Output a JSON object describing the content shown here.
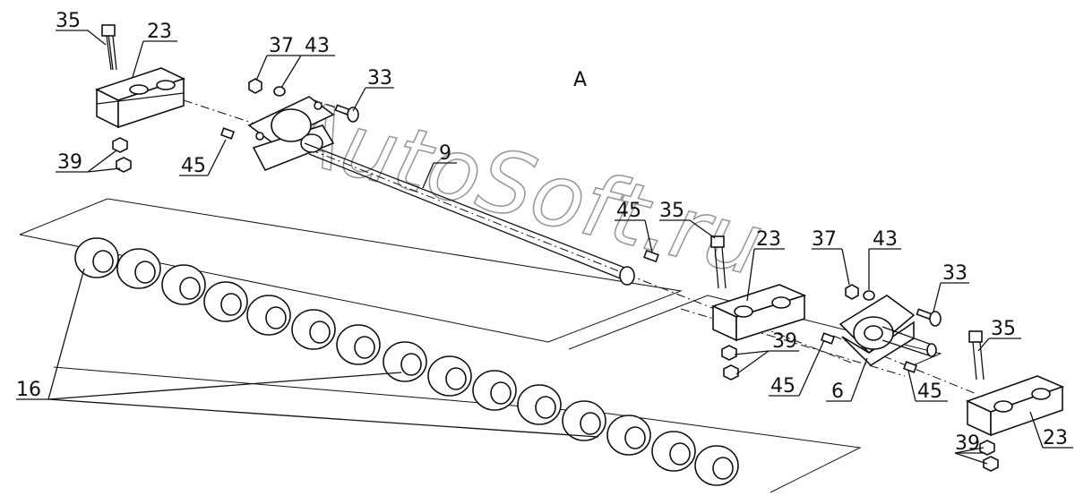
{
  "view_letter": "A",
  "watermark": "AutoSoft.ru",
  "labels": {
    "l35a": "35",
    "l23a": "23",
    "l37a": "37",
    "l43a": "43",
    "l33a": "33",
    "l39a": "39",
    "l45a": "45",
    "l9": "9",
    "l45b": "45",
    "l35b": "35",
    "l23b": "23",
    "l37b": "37",
    "l43b": "43",
    "l33b": "33",
    "l39b": "39",
    "l45c": "45",
    "l6": "6",
    "l45d": "45",
    "l35c": "35",
    "l16": "16",
    "l39c": "39",
    "l23c": "23"
  }
}
